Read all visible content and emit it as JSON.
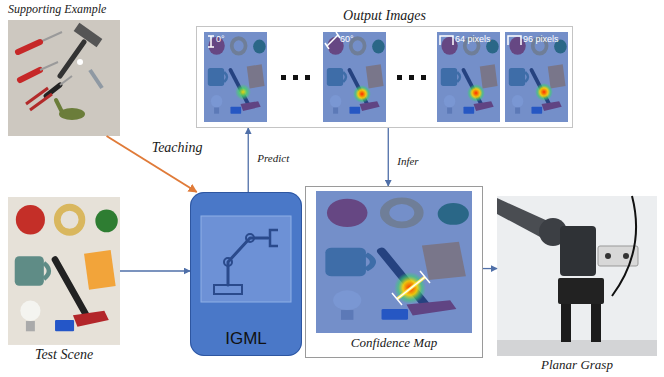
{
  "diagram": {
    "nodes": [
      {
        "text": [
          "Supporting Example"
        ]
      },
      {
        "text": [
          "Output Images"
        ]
      },
      {
        "text": [
          "0°"
        ],
        "in": 1
      },
      {
        "text": [
          "60°"
        ],
        "in": 1
      },
      {
        "text": [
          "64 pixels"
        ],
        "in": 1
      },
      {
        "text": [
          "96 pixels"
        ],
        "in": 1
      },
      {
        "text": [
          "Test Scene"
        ]
      },
      {
        "text": [
          "IGML"
        ]
      },
      {
        "text": [
          "Confidence Map"
        ]
      },
      {
        "text": [
          "Planar Grasp"
        ]
      }
    ],
    "edges": [
      {
        "from": 0,
        "to": 7,
        "arrow": "to",
        "label": "Teaching"
      },
      {
        "from": 6,
        "to": 7,
        "arrow": "to"
      },
      {
        "from": 7,
        "to": 1,
        "arrow": "to",
        "label": "Predict"
      },
      {
        "from": 1,
        "to": 8,
        "arrow": "to",
        "label": "Infer"
      },
      {
        "from": 8,
        "to": 9,
        "arrow": "to"
      }
    ]
  }
}
